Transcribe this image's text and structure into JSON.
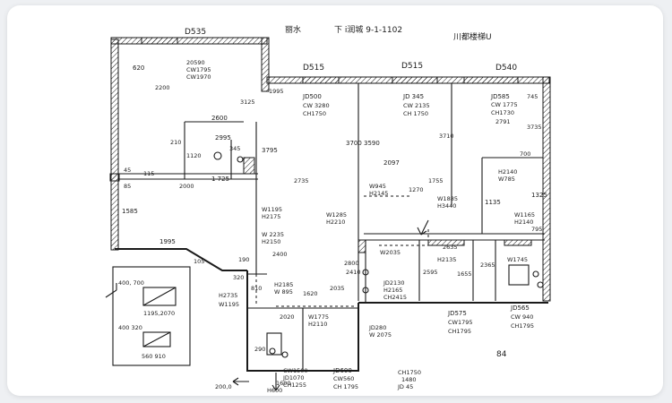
{
  "header": {
    "title_mark": "丽水",
    "address": "下 i润城 9-1-1102",
    "note": "川都楼梯U",
    "top_left_label": "D535"
  },
  "door_labels": {
    "d515_a": "D515",
    "d515_b": "D515",
    "d540": "D540"
  },
  "labels": {
    "l620": "620",
    "l20590": "20590",
    "lcw1795": "CW1795",
    "lcw1970": "CW1970",
    "l2200": "2200",
    "l3125": "3125",
    "l2600": "2600",
    "l2995": "2995",
    "l210": "210",
    "l1120": "1120",
    "l345": "345",
    "l3795": "3795",
    "l1725": "1 725",
    "l2000": "2000",
    "l45": "45",
    "l85": "85",
    "l115": "115",
    "l1585": "1585",
    "l1995": "1995",
    "l105": "105",
    "l2735": "2735",
    "l495": "1995",
    "l3700": "3700",
    "l3590": "3590",
    "ljd500": "JD500",
    "lcw3280": "CW 3280",
    "lch1750": "CH1750",
    "ljd345": "JD 345",
    "lcw2135": "CW 2135",
    "lch1750b": "CH 1750",
    "l3710": "3710",
    "l2097": "2097",
    "ljd585": "JD585",
    "lcw1775": "CW 1775",
    "lch1730": "CH1730",
    "l2791": "2791",
    "l3735": "3735",
    "l745": "745",
    "l700": "700",
    "lh2140": "H2140",
    "lw785": "W785",
    "l1325": "1325",
    "l1135": "1135",
    "lw1165": "W1165",
    "lh2140b": "H2140",
    "l795": "795",
    "lw1885": "W1885",
    "lh3440": "H3440",
    "l1755": "1755",
    "l1270": "1270",
    "lw945": "W945",
    "lh2145": "H2145",
    "lw1285": "W1285",
    "lh2210": "H2210",
    "lw1195": "W1195",
    "lh2175": "H2175",
    "lw2235": "W 2235",
    "lh2150": "H2150",
    "l2400": "2400",
    "l190": "190",
    "l320": "320",
    "lh2735": "H2735",
    "lw1195b": "W1195",
    "lh2185": "H2185",
    "lw895": "W 895",
    "l1620": "1620",
    "l2035": "2035",
    "l2800": "2800",
    "l2410": "2410",
    "lw2035": "W2035",
    "ljd2130": "JD2130",
    "lh2165": "H2165",
    "lch2415": "CH2415",
    "l2635": "2635",
    "l2365": "2365",
    "l2595": "2595",
    "lh2135": "H2135",
    "l1655": "1655",
    "lw1745": "W1745",
    "ljd575": "JD575",
    "lch1795": "CH1795",
    "ljd565": "JD565",
    "lcw940": "CW 940",
    "lch1795b": "CH1795",
    "l2020": "2020",
    "lw1775": "W1775",
    "lh2110": "H2110",
    "lw2075": "W 2075",
    "ljd280": "JD280",
    "lcw1500": "CW1500",
    "ljd1070": "JD1070",
    "lch1255": "CH1255",
    "ljd600": "JD600",
    "lcw560": "CW560",
    "lch1795c": "CH 1795",
    "lch1750c": "CH1750",
    "ljd45": "JD 45",
    "lh600": "H600",
    "l200": "200,0",
    "l1480": "1480",
    "l160": "1600",
    "l400a": "400, 700",
    "l1195": "1195,2070",
    "l400b": "400 320",
    "l560": "560 910",
    "l810": "810",
    "l290": "290",
    "lsig": "84"
  }
}
